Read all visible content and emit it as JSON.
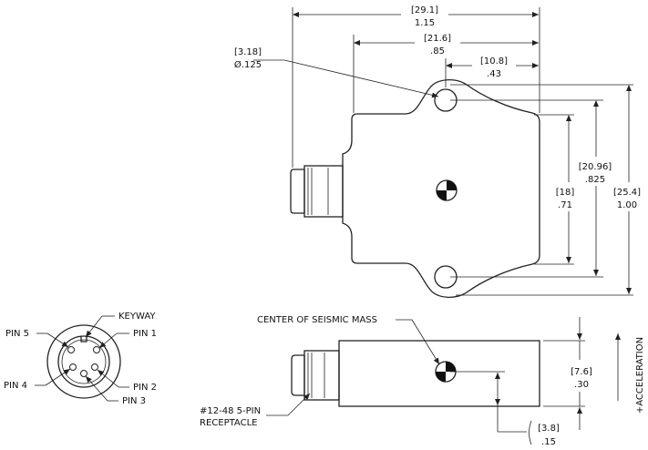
{
  "dimensions": {
    "overall_length": {
      "metric": "[29.1]",
      "inch": "1.15"
    },
    "hole_to_connector": {
      "metric": "[21.6]",
      "inch": ".85"
    },
    "hole_to_edge": {
      "metric": "[10.8]",
      "inch": ".43"
    },
    "hole_diameter": {
      "metric": "[3.18]",
      "inch": "Ø.125"
    },
    "hole_spacing": {
      "metric": "[20.96]",
      "inch": ".825"
    },
    "body_inner": {
      "metric": "[18]",
      "inch": ".71"
    },
    "overall_width": {
      "metric": "[25.4]",
      "inch": "1.00"
    },
    "height": {
      "metric": "[7.6]",
      "inch": ".30"
    },
    "mass_offset": {
      "metric": "[3.8]",
      "inch": ".15"
    }
  },
  "labels": {
    "keyway": "KEYWAY",
    "pin1": "PIN 1",
    "pin2": "PIN 2",
    "pin3": "PIN 3",
    "pin4": "PIN 4",
    "pin5": "PIN 5",
    "center_of_mass": "CENTER OF SEISMIC MASS",
    "receptacle_line1": "#12-48 5-PIN",
    "receptacle_line2": "RECEPTACLE",
    "acceleration": "+ACCELERATION"
  }
}
